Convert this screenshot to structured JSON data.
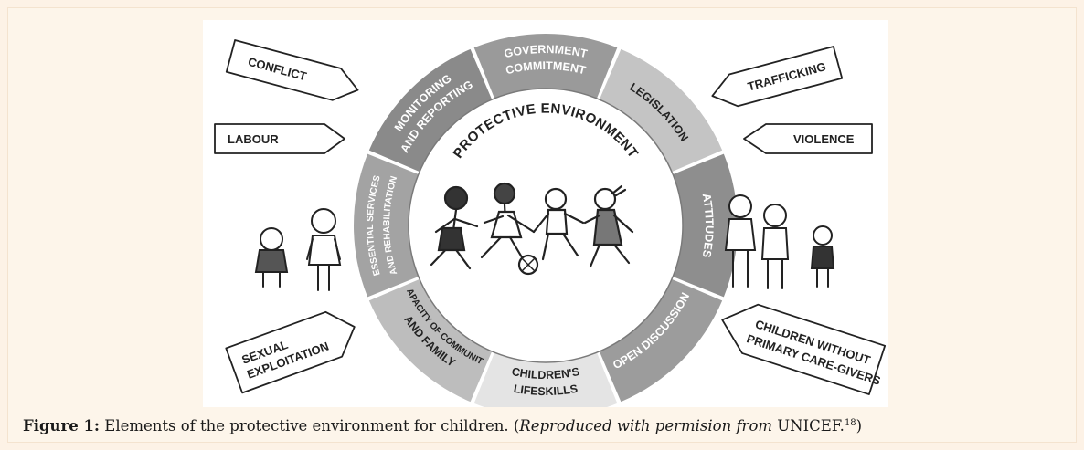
{
  "figure": {
    "center_title": "PROTECTIVE ENVIRONMENT",
    "ring_segments": [
      {
        "label": "GOVERNMENT",
        "label2": "COMMITMENT",
        "fill": "#9a9a9a"
      },
      {
        "label": "LEGISLATION",
        "fill": "#c4c4c4"
      },
      {
        "label": "ATTITUDES",
        "fill": "#8e8e8e"
      },
      {
        "label": "OPEN DISCUSSION",
        "fill": "#9c9c9c"
      },
      {
        "label": "CHILDREN'S",
        "label2": "LIFESKILLS",
        "fill": "#e4e4e4"
      },
      {
        "label": "CAPACITY OF COMMUNITY",
        "label2": "AND FAMILY",
        "fill": "#bdbdbd"
      },
      {
        "label": "ESSENTIAL SERVICES",
        "label2": "AND REHABILITATION",
        "fill": "#a3a3a3"
      },
      {
        "label": "MONITORING",
        "label2": "AND REPORTING",
        "fill": "#8a8a8a"
      }
    ],
    "threat_signs": {
      "conflict": "CONFLICT",
      "labour": "LABOUR",
      "sexual_line1": "SEXUAL",
      "sexual_line2": "EXPLOITATION",
      "trafficking": "TRAFFICKING",
      "violence": "VIOLENCE",
      "children_line1": "CHILDREN WITHOUT",
      "children_line2": "PRIMARY CARE-GIVERS"
    }
  },
  "caption": {
    "label": "Figure 1:",
    "text": " Elements of the protective environment for children. (",
    "italic": "Reproduced with permision from",
    "source": " UNICEF.",
    "ref": "18",
    "close": ")"
  }
}
